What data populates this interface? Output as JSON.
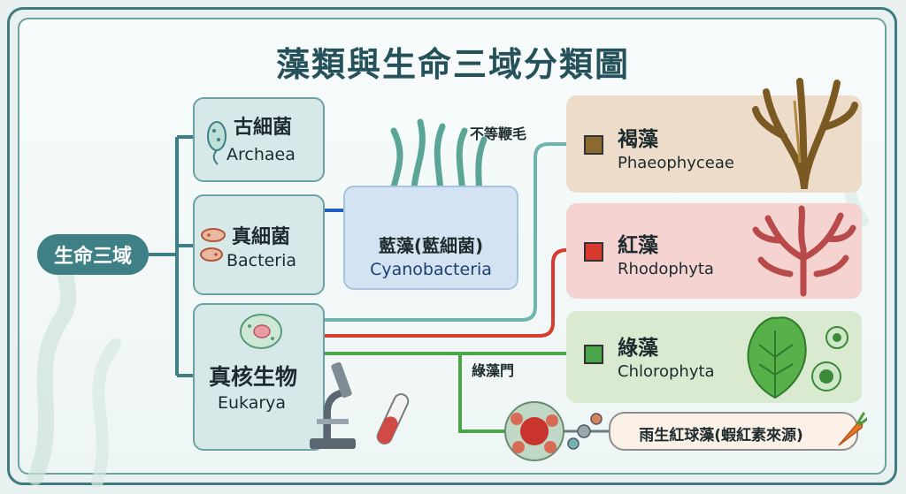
{
  "title": "藻類與生命三域分類圖",
  "root": {
    "label": "生命三域"
  },
  "domains": [
    {
      "zh": "古細菌",
      "en": "Archaea"
    },
    {
      "zh": "真細菌",
      "en": "Bacteria"
    },
    {
      "zh": "真核生物",
      "en": "Eukarya"
    }
  ],
  "cyanobacteria": {
    "zh": "藍藻(藍細菌)",
    "en": "Cyanobacteria",
    "color": "#1f5fbf"
  },
  "groups": [
    {
      "zh": "褐藻",
      "en": "Phaeophyceae",
      "color": "#8a6a2e"
    },
    {
      "zh": "紅藻",
      "en": "Rhodophyta",
      "color": "#d93a2e"
    },
    {
      "zh": "綠藻",
      "en": "Chlorophyta",
      "color": "#4aa44a"
    }
  ],
  "line_labels": {
    "flagella": "不等鞭毛",
    "phylum": "綠藻門"
  },
  "haematococcus": {
    "label": "雨生紅球藻(蝦紅素來源)"
  },
  "colors": {
    "teal": "#6fb5ad",
    "red": "#d93a2e",
    "green": "#4aa44a",
    "blue": "#1f5fbf",
    "frame": "#3f7a7f"
  }
}
